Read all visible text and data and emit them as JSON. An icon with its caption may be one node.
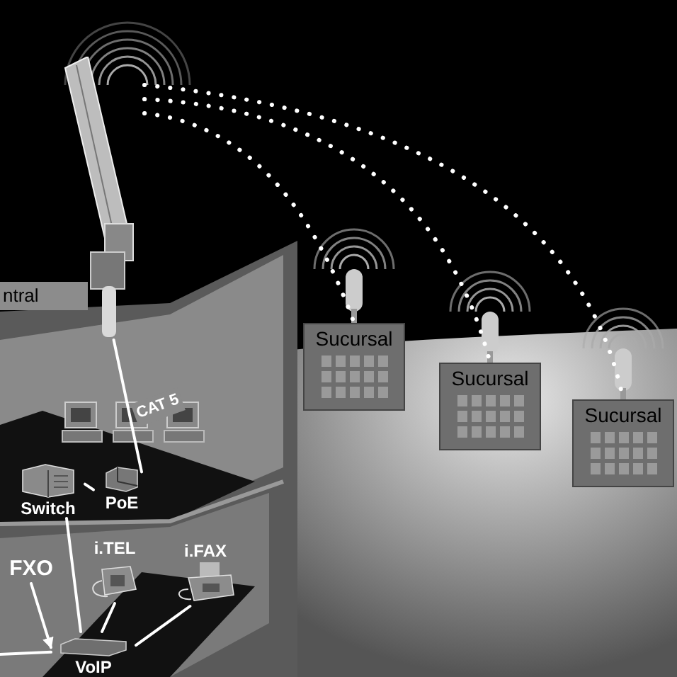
{
  "diagram": {
    "nodes": [
      {
        "text": [
          "ntral"
        ]
      },
      {
        "text": [],
        "shape": "picture"
      },
      {
        "text": [
          "Sucursal"
        ]
      },
      {
        "text": [
          "Sucursal"
        ]
      },
      {
        "text": [
          "Sucursal"
        ]
      },
      {
        "text": [
          "PoE"
        ]
      },
      {
        "text": [
          "Switch"
        ]
      },
      {
        "text": [
          "VoIP"
        ]
      },
      {
        "text": [
          "i.TEL"
        ]
      },
      {
        "text": [
          "i.FAX"
        ]
      },
      {
        "text": [
          "FXO"
        ]
      }
    ],
    "edges": [
      {
        "from": 1,
        "to": 2,
        "arrow": "none",
        "style": "dashed"
      },
      {
        "from": 1,
        "to": 3,
        "arrow": "none",
        "style": "dashed"
      },
      {
        "from": 1,
        "to": 4,
        "arrow": "none",
        "style": "dashed"
      },
      {
        "from": 1,
        "to": 5,
        "arrow": "none",
        "label": "CAT 5"
      },
      {
        "from": 5,
        "to": 6,
        "arrow": "none"
      },
      {
        "from": 6,
        "to": 7,
        "arrow": "none"
      },
      {
        "from": 7,
        "to": 8,
        "arrow": "none"
      },
      {
        "from": 7,
        "to": 9,
        "arrow": "none"
      },
      {
        "from": 10,
        "to": 7,
        "arrow": "to"
      },
      {
        "from": 7,
        "to": null,
        "arrow": "none"
      }
    ]
  }
}
